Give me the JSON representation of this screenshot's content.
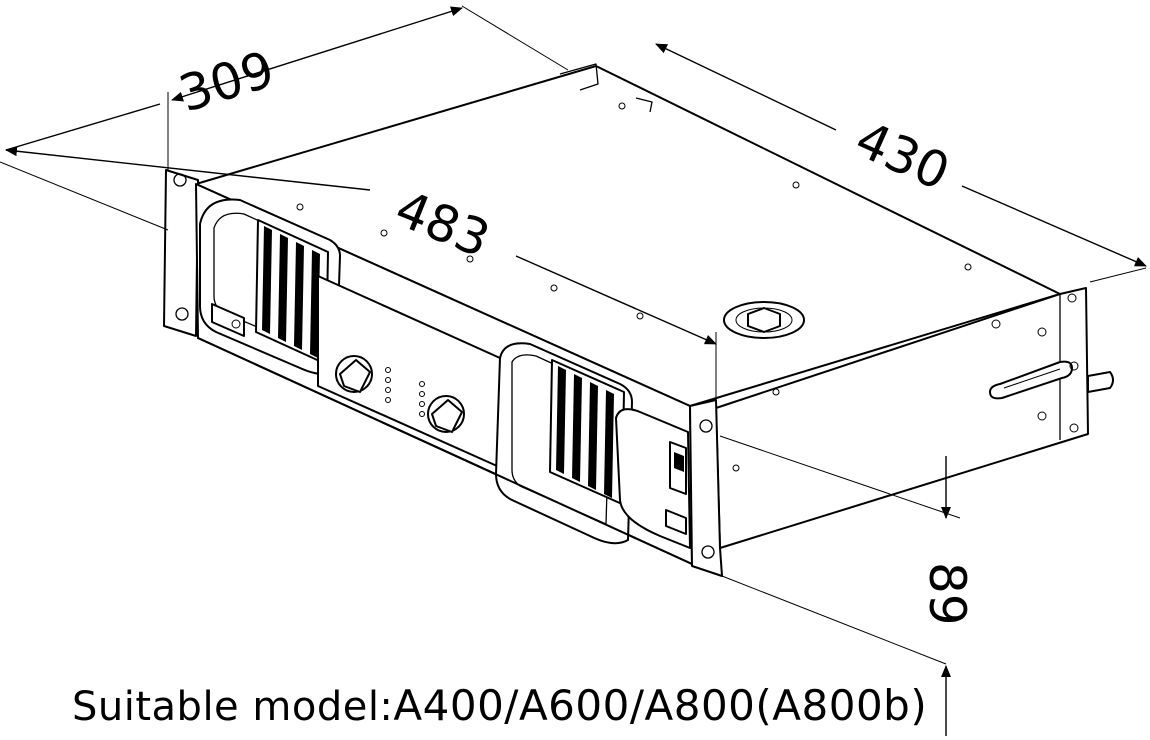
{
  "dimensions": {
    "depth": "309",
    "width": "483",
    "body_width": "430",
    "height": "89"
  },
  "caption": {
    "label": "Suitable model:",
    "models": "A400/A600/A800(A800b)"
  }
}
